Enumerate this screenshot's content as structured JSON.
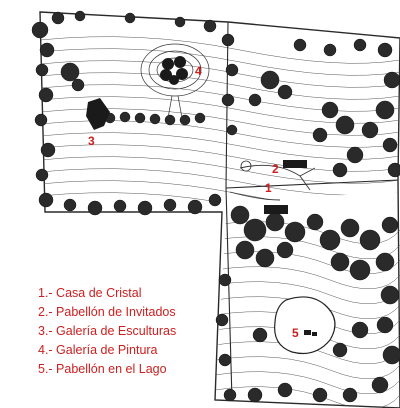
{
  "markers": [
    {
      "number": "1",
      "label": "1.- Casa de Cristal"
    },
    {
      "number": "2",
      "label": "2.- Pabellón de Invitados"
    },
    {
      "number": "3",
      "label": "3.- Galería de Esculturas"
    },
    {
      "number": "4",
      "label": "4.- Galería de Pintura"
    },
    {
      "number": "5",
      "label": "5.- Pabellón en el Lago"
    }
  ],
  "colors": {
    "label_red": "#cc1f1f",
    "ink": "#2a2a2a",
    "paper": "#ffffff"
  }
}
